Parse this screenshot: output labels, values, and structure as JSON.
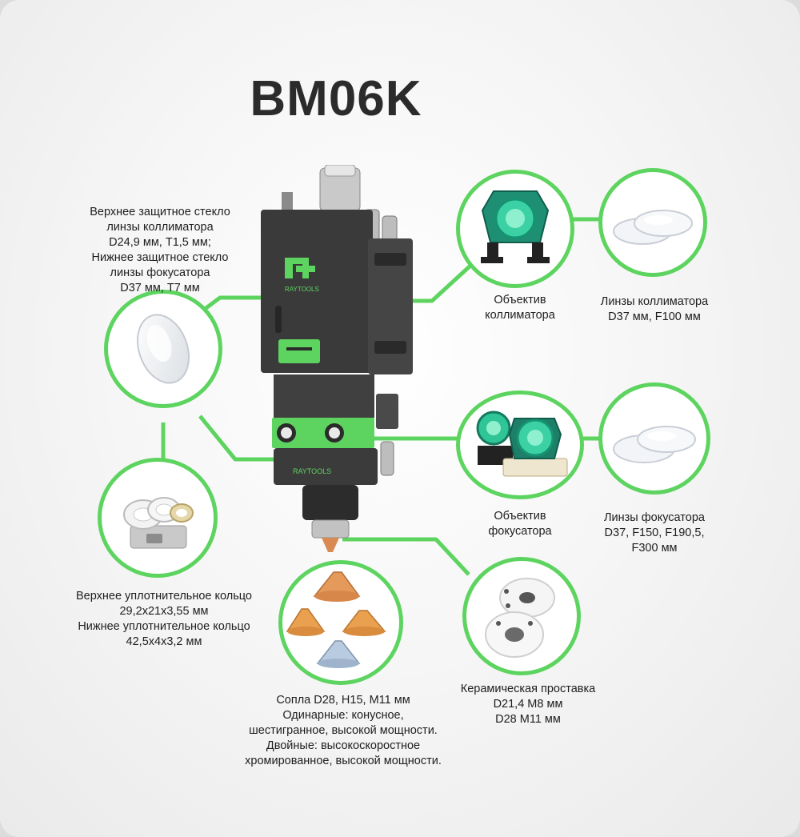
{
  "title": "BM06K",
  "brand": "RAYTOOLS",
  "colors": {
    "accent": "#5ed460",
    "head_body": "#353535",
    "text": "#1e1e1e"
  },
  "labels": {
    "protective_glass": [
      "Верхнее защитное стекло",
      "линзы коллиматора",
      "D24,9 мм, T1,5 мм;",
      "Нижнее защитное стекло",
      "линзы фокусатора",
      "D37 мм, T7 мм"
    ],
    "collimator_objective": [
      "Объектив",
      "коллиматора"
    ],
    "collimator_lenses": [
      "Линзы коллиматора",
      "D37 мм, F100 мм"
    ],
    "focus_objective": [
      "Объектив",
      "фокусатора"
    ],
    "focus_lenses": [
      "Линзы фокусатора",
      "D37, F150, F190,5,",
      "F300 мм"
    ],
    "seal_rings": [
      "Верхнее уплотнительное кольцо",
      "29,2x21x3,55 мм",
      "Нижнее уплотнительное кольцо",
      "42,5x4x3,2 мм"
    ],
    "nozzles": [
      "Сопла D28, H15, M11 мм",
      "Одинарные: конусное,",
      "шестигранное, высокой мощности.",
      "Двойные: высокоскоростное",
      "хромированное, высокой мощности."
    ],
    "ceramic": [
      "Керамическая проставка",
      "D21,4 M8 мм",
      "D28 M11 мм"
    ]
  }
}
